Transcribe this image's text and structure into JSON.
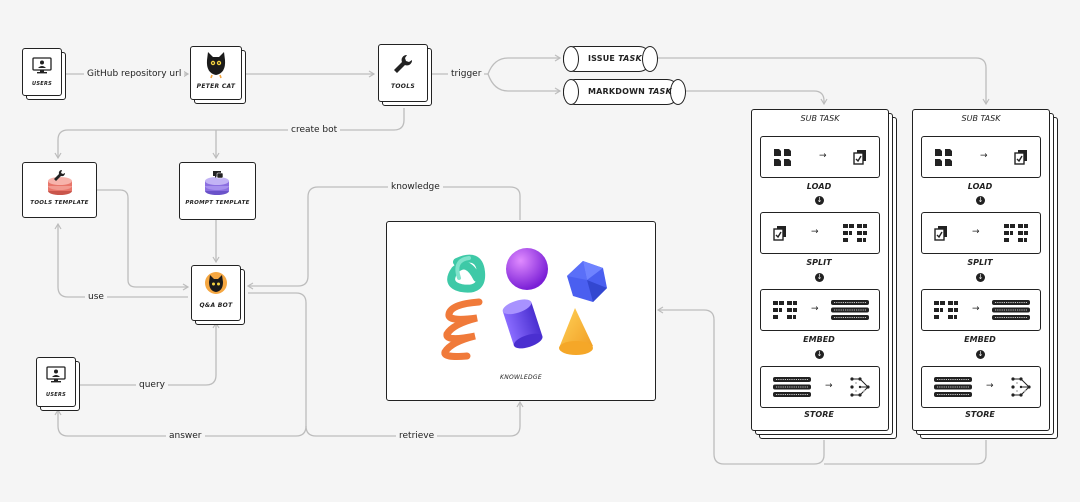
{
  "nodes": {
    "users_top": "USERS",
    "peter_cat": "PETER CAT",
    "tools": "TOOLS",
    "tools_template": "TOOLS TEMPLATE",
    "prompt_template": "PROMPT TEMPLATE",
    "qa_bot": "Q&A BOT",
    "users_bottom": "USERS",
    "knowledge": "KNOWLEDGE"
  },
  "edges": {
    "github_url": "GitHub repository url",
    "trigger": "trigger",
    "create_bot": "create bot",
    "knowledge": "knowledge",
    "use": "use",
    "query": "query",
    "answer": "answer",
    "retrieve": "retrieve"
  },
  "tasks": {
    "issue": {
      "prefix": "ISSUE ",
      "name": "TASK"
    },
    "markdown": {
      "prefix": "MARKDOWN ",
      "name": "TASK"
    }
  },
  "panels": [
    {
      "title": "SUB TASK",
      "steps": [
        "LOAD",
        "SPLIT",
        "EMBED",
        "STORE"
      ]
    },
    {
      "title": "SUB TASK",
      "steps": [
        "LOAD",
        "SPLIT",
        "EMBED",
        "STORE"
      ]
    }
  ],
  "colors": {
    "stroke": "#222222",
    "edge": "#bdbdbd",
    "background": "#f5f5f5",
    "tools_template": "#e8756a",
    "prompt_template": "#8b6fe0",
    "knowledge_teal": "#3ec9a7",
    "knowledge_purple": "#a23ff0",
    "knowledge_blue": "#4a5ff0",
    "knowledge_orange": "#f07a3a",
    "knowledge_violet": "#6a4ef0",
    "knowledge_yellow": "#f5b530"
  },
  "icons": [
    "monitor-icon",
    "cat-icon",
    "wrench-icon",
    "document-icon",
    "database-icon",
    "vector-icon",
    "graph-icon"
  ]
}
